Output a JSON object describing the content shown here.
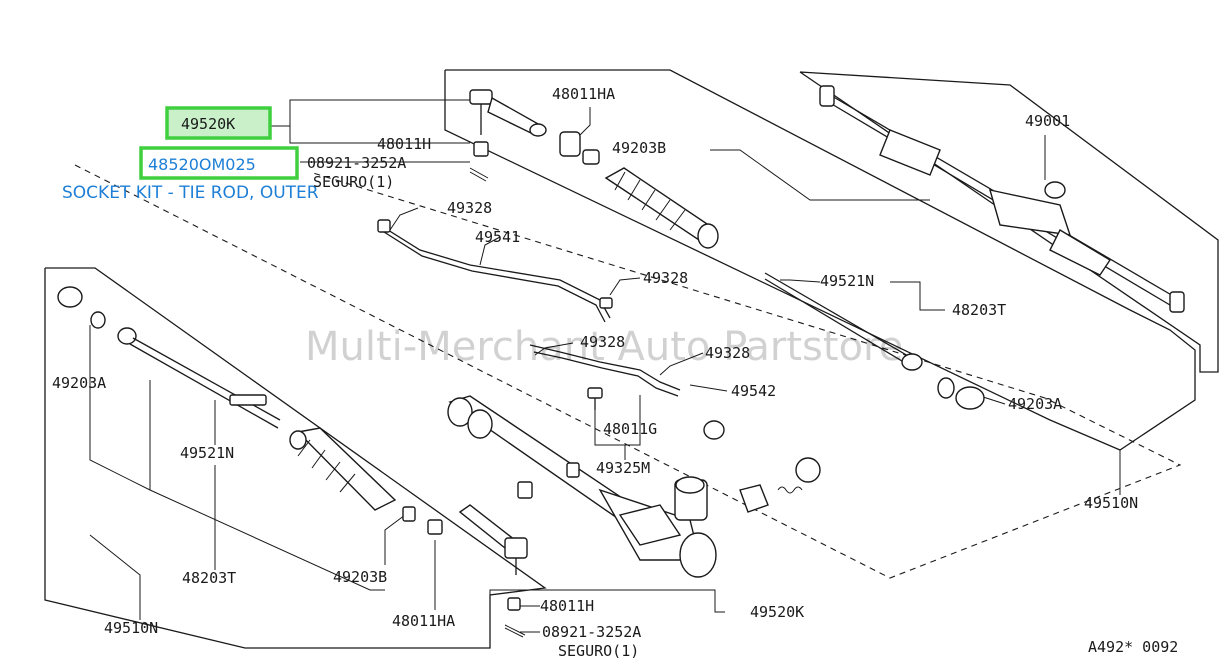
{
  "diagram": {
    "highlight": {
      "part_number": "49520K",
      "oem_number": "48520OM025",
      "description": "SOCKET KIT - TIE ROD, OUTER",
      "highlight_color": "#3fcf3f",
      "text_color": "#1e7fd6"
    },
    "watermark": "Multi-Merchant Auto Partstore",
    "reference_code": "A492* 0092",
    "labels": {
      "l_48011HA_top": "48011HA",
      "l_48011H_top": "48011H",
      "l_08921_top": "08921-3252A",
      "l_seguro_top": "SEGURO(1)",
      "l_49203B_top": "49203B",
      "l_49001": "49001",
      "l_49328_a": "49328",
      "l_49541": "49541",
      "l_49328_b": "49328",
      "l_49521N_right": "49521N",
      "l_48203T_right": "48203T",
      "l_49328_c": "49328",
      "l_49328_d": "49328",
      "l_49542": "49542",
      "l_49203A_right": "49203A",
      "l_48011G": "48011G",
      "l_49325M": "49325M",
      "l_49510N_right": "49510N",
      "l_49203A_left": "49203A",
      "l_49521N_left": "49521N",
      "l_48203T_left": "48203T",
      "l_49203B_bottom": "49203B",
      "l_48011HA_bottom": "48011HA",
      "l_49510N_left": "49510N",
      "l_48011H_bottom": "48011H",
      "l_49520K_bottom": "49520K",
      "l_08921_bottom": "08921-3252A",
      "l_seguro_bottom": "SEGURO(1)"
    }
  }
}
